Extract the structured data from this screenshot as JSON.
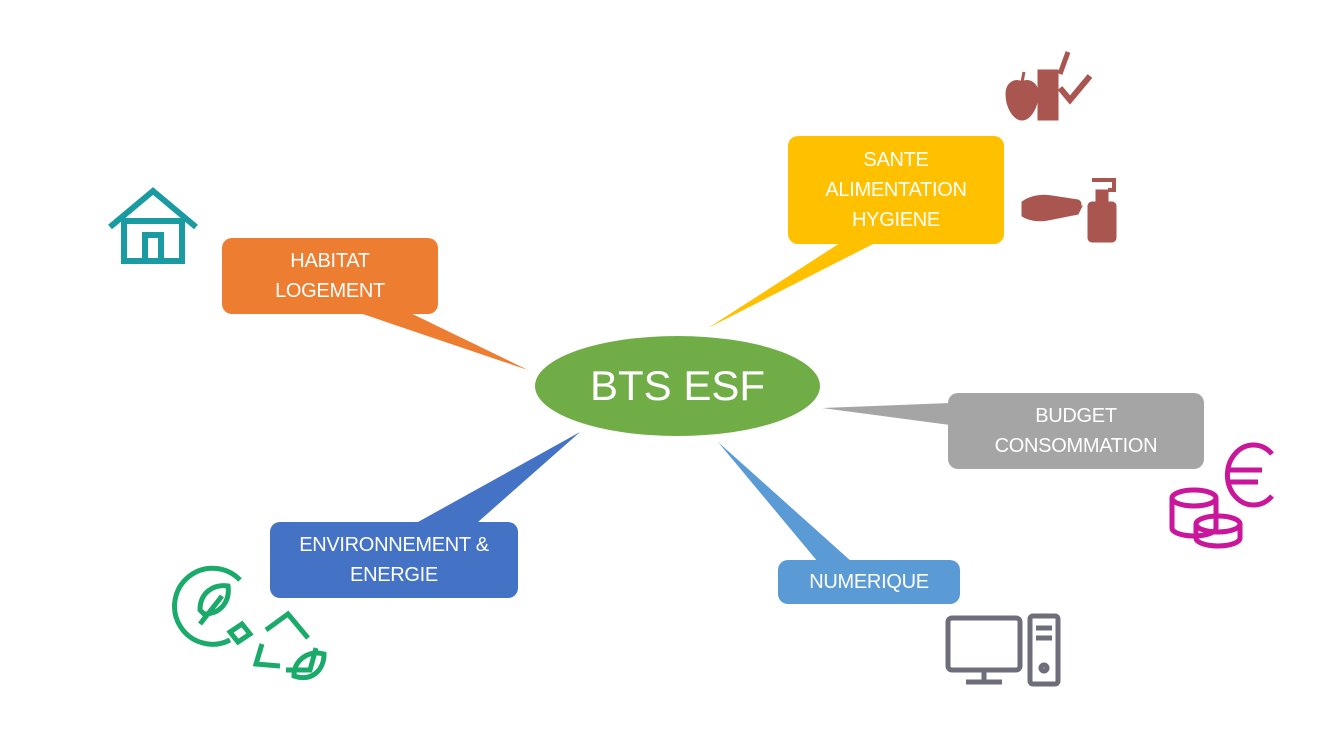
{
  "center": {
    "label": "BTS ESF",
    "color": "#70ad47"
  },
  "topics": {
    "habitat": {
      "lines": [
        "HABITAT",
        "LOGEMENT"
      ],
      "color": "#ed7d31"
    },
    "sante": {
      "lines": [
        "SANTE",
        "ALIMENTATION",
        "HYGIENE"
      ],
      "color": "#ffc000"
    },
    "budget": {
      "lines": [
        "BUDGET",
        "CONSOMMATION"
      ],
      "color": "#a5a5a5"
    },
    "numerique": {
      "lines": [
        "NUMERIQUE"
      ],
      "color": "#5b9bd5"
    },
    "environnement": {
      "lines": [
        "ENVIRONNEMENT &",
        "ENERGIE"
      ],
      "color": "#4472c4"
    }
  },
  "icons": {
    "house": {
      "name": "house-icon",
      "color": "#1a9ba1"
    },
    "health": {
      "name": "apple-body-check-icon",
      "color": "#a8564f"
    },
    "hygiene": {
      "name": "hand-soap-icon",
      "color": "#a8564f"
    },
    "money": {
      "name": "euro-coins-icon",
      "color": "#c9169a"
    },
    "computer": {
      "name": "computer-icon",
      "color": "#6e6e7a"
    },
    "eco": {
      "name": "eco-energy-recycle-icon",
      "color": "#1aaa6a"
    }
  }
}
